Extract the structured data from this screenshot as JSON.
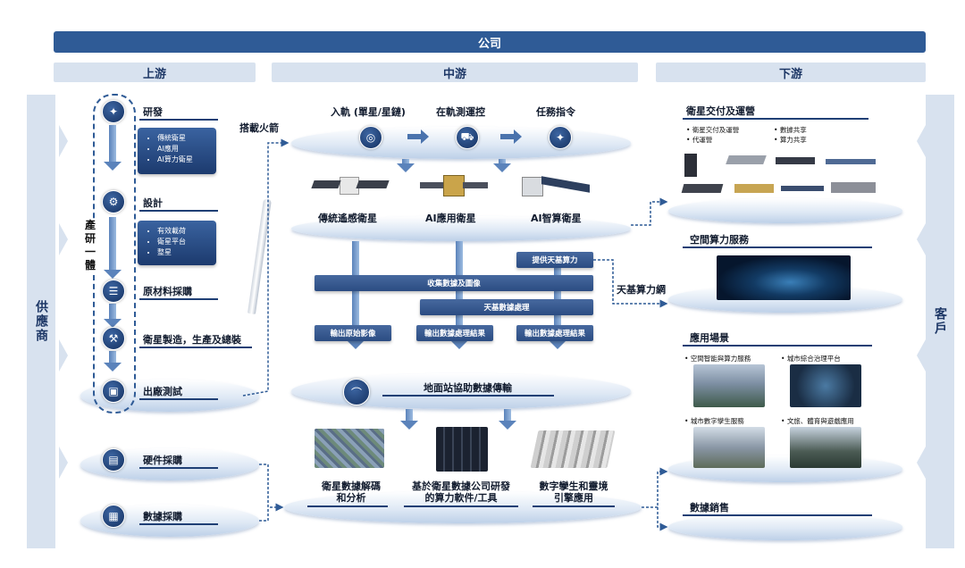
{
  "header": {
    "company": "公司"
  },
  "sections": {
    "upstream": "上游",
    "midstream": "中游",
    "downstream": "下游"
  },
  "sides": {
    "suppliers": "供應商",
    "customers": "客戶"
  },
  "upstream": {
    "integration": "產研一體",
    "steps": {
      "rnd": "研發",
      "design": "設計",
      "materials": "原材料採購",
      "manufacturing": "衛星製造，生產及總裝",
      "testing": "出廠測試",
      "hardware": "硬件採購",
      "data": "數據採購"
    },
    "rnd_items": [
      "傳統衛星",
      "AI應用",
      "AI算力衛星"
    ],
    "design_items": [
      "有效載荷",
      "衛星平台",
      "整星"
    ],
    "launch": "搭載火箭"
  },
  "midstream": {
    "top_steps": [
      "入軌 (單星/星鏈)",
      "在軌測運控",
      "任務指令"
    ],
    "satellites": [
      "傳統遙感衛星",
      "AI應用衛星",
      "AI智算衛星"
    ],
    "bars": {
      "provide_compute": "提供天基算力",
      "collect": "收集數據及圖像",
      "process": "天基數據處理",
      "out_raw": "輸出原始影像",
      "out_result_1": "輸出數據處理結果",
      "out_result_2": "輸出數據處理結果"
    },
    "ground": "地面站協助數據傳輸",
    "outputs": [
      "衛星數據解碼\n和分析",
      "基於衛星數據公司研發\n的算力軟件/工具",
      "數字孿生和靈境\n引擎應用"
    ]
  },
  "downstream": {
    "delivery_title": "衛星交付及運營",
    "delivery_items_left": [
      "衛星交付及運營",
      "代運營"
    ],
    "delivery_items_right": [
      "數據共享",
      "算力共享"
    ],
    "compute_service": "空間算力服務",
    "compute_network": "天基算力網",
    "scenes_title": "應用場景",
    "scenes": [
      "空間智能與算力服務",
      "城市綜合治理平台",
      "城市數字孿生服務",
      "文旅、體育與遊戲應用"
    ],
    "data_sales": "數據銷售"
  },
  "icons": [
    "satellite-icon",
    "gear-icon",
    "list-icon",
    "factory-icon",
    "test-icon",
    "server-icon",
    "map-icon",
    "orbit-icon",
    "truck-icon",
    "dish-icon"
  ],
  "colors": {
    "primary": "#2f5b96",
    "section_bg": "#d8e2ef",
    "dark_navy": "#1c3a6e"
  }
}
